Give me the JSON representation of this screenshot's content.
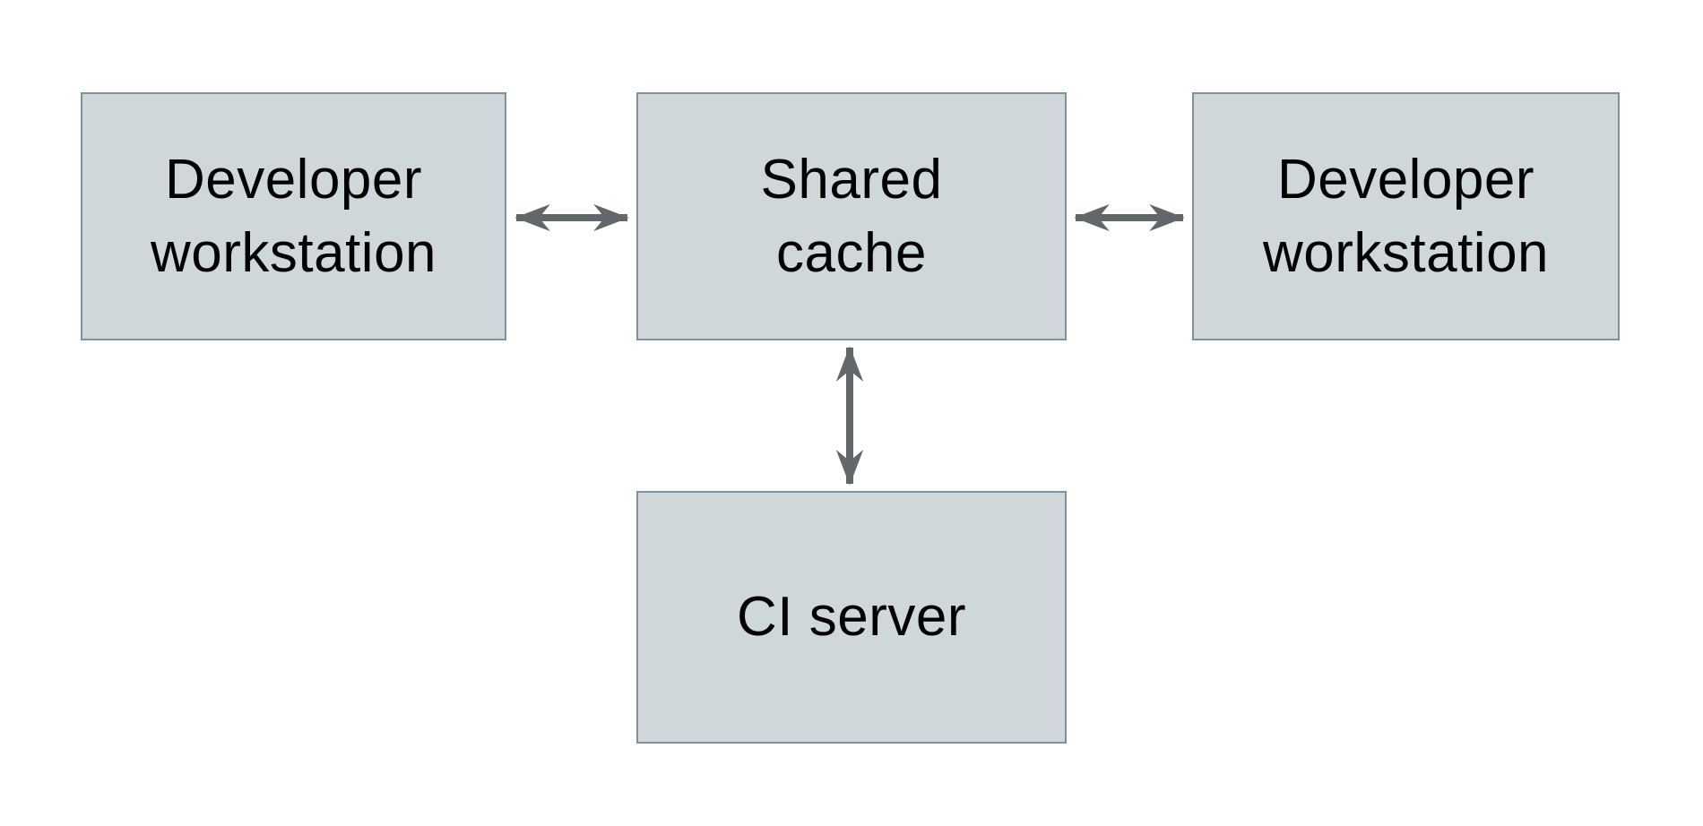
{
  "diagram": {
    "nodes": {
      "developer_left": {
        "label": "Developer\nworkstation"
      },
      "shared_cache": {
        "label": "Shared\ncache"
      },
      "developer_right": {
        "label": "Developer\nworkstation"
      },
      "ci_server": {
        "label": "CI server"
      }
    },
    "edges": [
      {
        "from": "developer_left",
        "to": "shared_cache",
        "direction": "bidirectional"
      },
      {
        "from": "shared_cache",
        "to": "developer_right",
        "direction": "bidirectional"
      },
      {
        "from": "shared_cache",
        "to": "ci_server",
        "direction": "bidirectional"
      }
    ],
    "colors": {
      "node_fill": "#cfd7da",
      "node_border": "#7d929b",
      "arrow": "#62676a",
      "text": "#000000",
      "background": "#ffffff"
    }
  }
}
